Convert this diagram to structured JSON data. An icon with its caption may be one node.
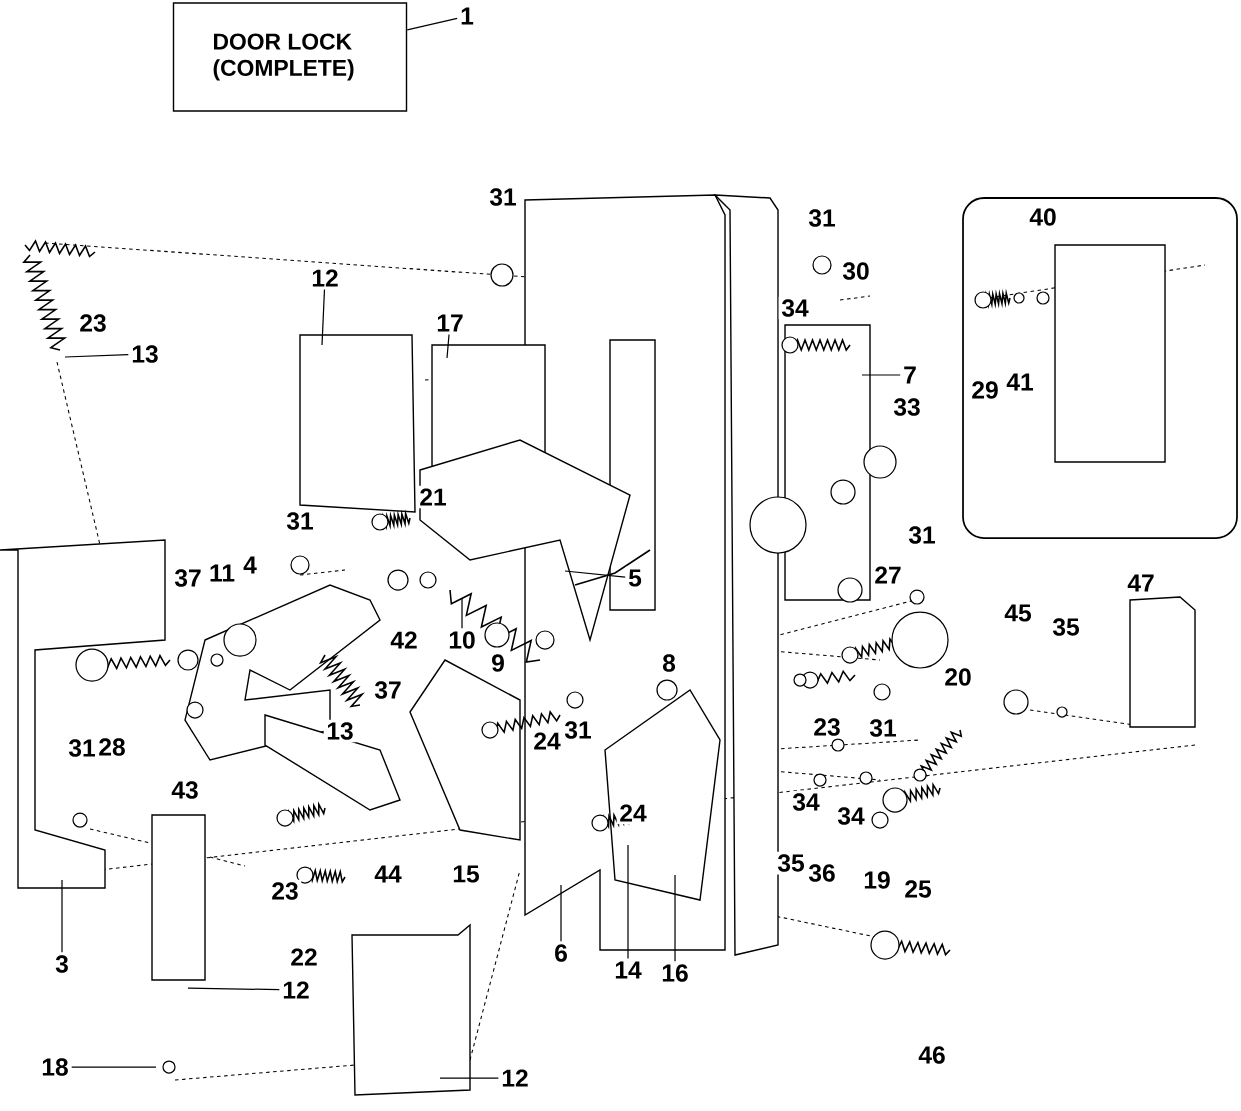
{
  "diagram": {
    "nodes": [
      {
        "text": [
          "DOOR LOCK (COMPLETE)"
        ]
      },
      {
        "text": [
          "1"
        ]
      },
      {
        "text": [
          "12"
        ]
      },
      {
        "text": [
          "17"
        ]
      },
      {
        "text": [
          "13"
        ]
      },
      {
        "text": [
          "7"
        ]
      },
      {
        "text": [
          "5"
        ]
      },
      {
        "text": [
          "10"
        ]
      },
      {
        "text": [
          "6"
        ]
      },
      {
        "text": [
          "3"
        ]
      },
      {
        "text": [
          "14"
        ]
      },
      {
        "text": [
          "16"
        ]
      },
      {
        "text": [
          "12"
        ]
      },
      {
        "text": [
          "12"
        ]
      },
      {
        "text": [
          "18"
        ]
      }
    ],
    "edges": [
      {
        "from": 1,
        "to": 0,
        "arrow": "none"
      },
      {
        "from": 2,
        "to": null,
        "arrow": "none"
      },
      {
        "from": 3,
        "to": null,
        "arrow": "none"
      },
      {
        "from": 4,
        "to": null,
        "arrow": "none"
      },
      {
        "from": 5,
        "to": null,
        "arrow": "none"
      },
      {
        "from": 6,
        "to": null,
        "arrow": "none"
      },
      {
        "from": 7,
        "to": null,
        "arrow": "none"
      },
      {
        "from": 8,
        "to": null,
        "arrow": "none"
      },
      {
        "from": 9,
        "to": null,
        "arrow": "none"
      },
      {
        "from": 10,
        "to": null,
        "arrow": "none"
      },
      {
        "from": 11,
        "to": null,
        "arrow": "none"
      },
      {
        "from": 12,
        "to": null,
        "arrow": "none"
      },
      {
        "from": 13,
        "to": null,
        "arrow": "none"
      },
      {
        "from": 14,
        "to": null,
        "arrow": "none"
      }
    ],
    "labels": [
      "31",
      "31",
      "40",
      "30",
      "23",
      "34",
      "41",
      "29",
      "33",
      "21",
      "31",
      "31",
      "4",
      "11",
      "37",
      "27",
      "47",
      "45",
      "35",
      "42",
      "9",
      "8",
      "20",
      "37",
      "31",
      "23",
      "31",
      "13",
      "24",
      "28",
      "31",
      "43",
      "34",
      "24",
      "34",
      "35",
      "36",
      "44",
      "15",
      "19",
      "23",
      "25",
      "22",
      "46"
    ]
  }
}
